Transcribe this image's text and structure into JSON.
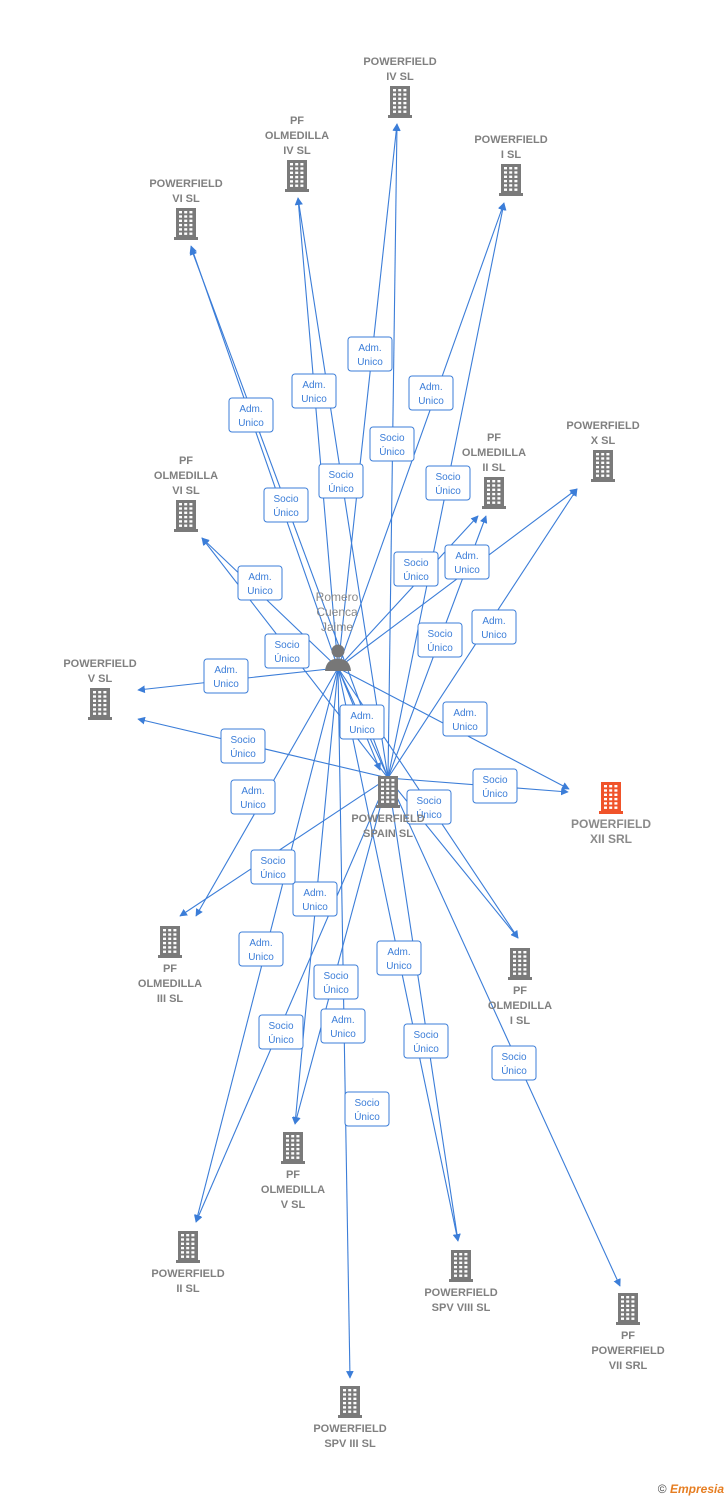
{
  "colors": {
    "edge": "#3b7dd8",
    "building": "#7a7a7a",
    "building_highlight": "#f0532a",
    "person": "#777777",
    "label": "#808080"
  },
  "person": {
    "id": "romero",
    "lines": [
      "Romero",
      "Cuenca",
      "Jaime"
    ],
    "icon": "person-icon"
  },
  "nodes": [
    {
      "id": "pf-iv",
      "lines": [
        "POWERFIELD",
        "IV  SL"
      ],
      "icon": "building-icon"
    },
    {
      "id": "pfo-iv",
      "lines": [
        "PF",
        "OLMEDILLA",
        "IV  SL"
      ],
      "icon": "building-icon"
    },
    {
      "id": "pf-i",
      "lines": [
        "POWERFIELD",
        "I  SL"
      ],
      "icon": "building-icon"
    },
    {
      "id": "pf-vi",
      "lines": [
        "POWERFIELD",
        "VI  SL"
      ],
      "icon": "building-icon"
    },
    {
      "id": "pfo-ii",
      "lines": [
        "PF",
        "OLMEDILLA",
        "II  SL"
      ],
      "icon": "building-icon"
    },
    {
      "id": "pf-x",
      "lines": [
        "POWERFIELD",
        "X  SL"
      ],
      "icon": "building-icon"
    },
    {
      "id": "pfo-vi",
      "lines": [
        "PF",
        "OLMEDILLA",
        "VI  SL"
      ],
      "icon": "building-icon"
    },
    {
      "id": "pf-v",
      "lines": [
        "POWERFIELD",
        "V  SL"
      ],
      "icon": "building-icon"
    },
    {
      "id": "pf-xii",
      "lines": [
        "POWERFIELD",
        "XII SRL"
      ],
      "icon": "building-icon",
      "highlight": true
    },
    {
      "id": "pf-spain",
      "lines": [
        "POWERFIELD",
        "SPAIN  SL"
      ],
      "icon": "building-icon"
    },
    {
      "id": "pfo-iii",
      "lines": [
        "PF",
        "OLMEDILLA",
        "III  SL"
      ],
      "icon": "building-icon"
    },
    {
      "id": "pfo-i",
      "lines": [
        "PF",
        "OLMEDILLA",
        "I  SL"
      ],
      "icon": "building-icon"
    },
    {
      "id": "pfo-v",
      "lines": [
        "PF",
        "OLMEDILLA",
        "V  SL"
      ],
      "icon": "building-icon"
    },
    {
      "id": "pf-ii",
      "lines": [
        "POWERFIELD",
        "II  SL"
      ],
      "icon": "building-icon"
    },
    {
      "id": "pf-spv-viii",
      "lines": [
        "POWERFIELD",
        "SPV VIII  SL"
      ],
      "icon": "building-icon"
    },
    {
      "id": "pfp-vii",
      "lines": [
        "PF",
        "POWERFIELD",
        "VII SRL"
      ],
      "icon": "building-icon"
    },
    {
      "id": "pf-spv-iii",
      "lines": [
        "POWERFIELD",
        "SPV III  SL"
      ],
      "icon": "building-icon"
    }
  ],
  "edges": [
    {
      "from": "romero",
      "to": "pf-iv",
      "label": [
        "Adm.",
        "Unico"
      ]
    },
    {
      "from": "romero",
      "to": "pfo-iv",
      "label": [
        "Adm.",
        "Unico"
      ]
    },
    {
      "from": "romero",
      "to": "pf-i",
      "label": [
        "Adm.",
        "Unico"
      ]
    },
    {
      "from": "romero",
      "to": "pf-vi",
      "label": [
        "Adm.",
        "Unico"
      ]
    },
    {
      "from": "romero",
      "to": "pfo-ii",
      "label": [
        "Adm.",
        "Unico"
      ]
    },
    {
      "from": "romero",
      "to": "pf-x",
      "label": [
        "Adm.",
        "Unico"
      ]
    },
    {
      "from": "romero",
      "to": "pfo-vi",
      "label": [
        "Adm.",
        "Unico"
      ]
    },
    {
      "from": "romero",
      "to": "pf-v",
      "label": [
        "Adm.",
        "Unico"
      ]
    },
    {
      "from": "romero",
      "to": "pf-xii",
      "label": [
        "Adm.",
        "Unico"
      ]
    },
    {
      "from": "romero",
      "to": "pf-spain",
      "label": [
        "Adm.",
        "Unico"
      ]
    },
    {
      "from": "romero",
      "to": "pfo-iii",
      "label": [
        "Adm.",
        "Unico"
      ]
    },
    {
      "from": "romero",
      "to": "pfo-i",
      "label": [
        "Adm.",
        "Unico"
      ]
    },
    {
      "from": "romero",
      "to": "pfo-v",
      "label": [
        "Adm.",
        "Unico"
      ]
    },
    {
      "from": "romero",
      "to": "pf-ii",
      "label": [
        "Adm.",
        "Unico"
      ]
    },
    {
      "from": "romero",
      "to": "pf-spv-viii",
      "label": [
        "Adm.",
        "Unico"
      ]
    },
    {
      "from": "romero",
      "to": "pfp-vii",
      "label": [
        "Socio",
        "Único"
      ]
    },
    {
      "from": "romero",
      "to": "pf-spv-iii",
      "label": [
        "Socio",
        "Único"
      ]
    },
    {
      "from": "pf-spain",
      "to": "pf-iv",
      "label": [
        "Socio",
        "Único"
      ]
    },
    {
      "from": "pf-spain",
      "to": "pfo-iv",
      "label": [
        "Socio",
        "Único"
      ]
    },
    {
      "from": "pf-spain",
      "to": "pf-i",
      "label": [
        "Socio",
        "Único"
      ]
    },
    {
      "from": "pf-spain",
      "to": "pf-vi",
      "label": [
        "Socio",
        "Único"
      ]
    },
    {
      "from": "pf-spain",
      "to": "pfo-ii",
      "label": [
        "Socio",
        "Único"
      ]
    },
    {
      "from": "pf-spain",
      "to": "pf-x",
      "label": [
        "Socio",
        "Único"
      ]
    },
    {
      "from": "pf-spain",
      "to": "pfo-vi",
      "label": [
        "Socio",
        "Único"
      ]
    },
    {
      "from": "pf-spain",
      "to": "pf-v",
      "label": [
        "Socio",
        "Único"
      ]
    },
    {
      "from": "pf-spain",
      "to": "pf-xii",
      "label": [
        "Socio",
        "Único"
      ]
    },
    {
      "from": "pf-spain",
      "to": "pfo-iii",
      "label": [
        "Socio",
        "Único"
      ]
    },
    {
      "from": "pf-spain",
      "to": "pfo-i",
      "label": [
        "Socio",
        "Único"
      ]
    },
    {
      "from": "pf-spain",
      "to": "pfo-v",
      "label": [
        "Socio",
        "Único"
      ]
    },
    {
      "from": "pf-spain",
      "to": "pf-ii",
      "label": [
        "Socio",
        "Único"
      ]
    },
    {
      "from": "pf-spain",
      "to": "pf-spv-viii",
      "label": [
        "Socio",
        "Único"
      ]
    }
  ],
  "credit": {
    "symbol": "©",
    "brand": "Empresia"
  }
}
